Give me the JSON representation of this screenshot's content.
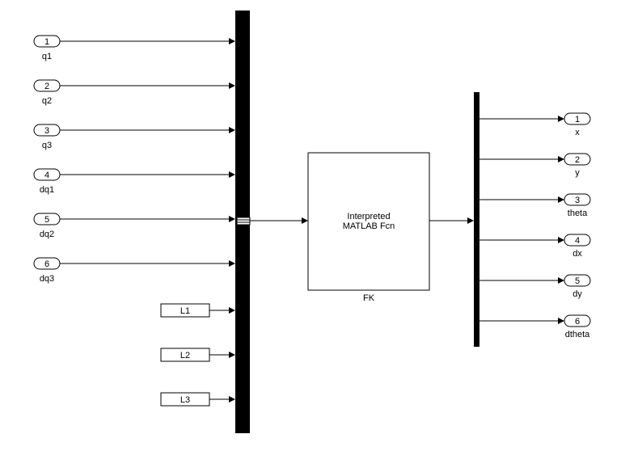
{
  "inports": [
    {
      "number": "1",
      "name": "q1"
    },
    {
      "number": "2",
      "name": "q2"
    },
    {
      "number": "3",
      "name": "q3"
    },
    {
      "number": "4",
      "name": "dq1"
    },
    {
      "number": "5",
      "name": "dq2"
    },
    {
      "number": "6",
      "name": "dq3"
    }
  ],
  "goto_blocks": [
    {
      "label": "L1"
    },
    {
      "label": "L2"
    },
    {
      "label": "L3"
    }
  ],
  "function_block": {
    "line1": "Interpreted",
    "line2": "MATLAB Fcn",
    "name": "FK"
  },
  "outports": [
    {
      "number": "1",
      "name": "x"
    },
    {
      "number": "2",
      "name": "y"
    },
    {
      "number": "3",
      "name": "theta"
    },
    {
      "number": "4",
      "name": "dx"
    },
    {
      "number": "5",
      "name": "dy"
    },
    {
      "number": "6",
      "name": "dtheta"
    }
  ]
}
